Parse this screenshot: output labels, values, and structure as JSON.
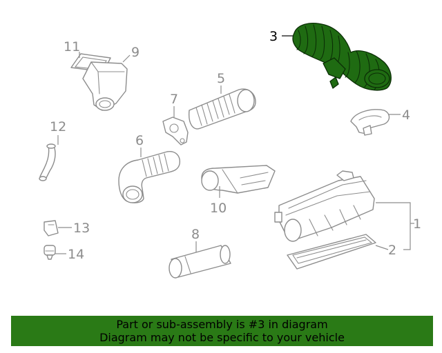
{
  "diagram": {
    "callouts": [
      {
        "id": "1",
        "label": "1",
        "highlighted": false
      },
      {
        "id": "2",
        "label": "2",
        "highlighted": false
      },
      {
        "id": "3",
        "label": "3",
        "highlighted": true
      },
      {
        "id": "4",
        "label": "4",
        "highlighted": false
      },
      {
        "id": "5",
        "label": "5",
        "highlighted": false
      },
      {
        "id": "6",
        "label": "6",
        "highlighted": false
      },
      {
        "id": "7",
        "label": "7",
        "highlighted": false
      },
      {
        "id": "8",
        "label": "8",
        "highlighted": false
      },
      {
        "id": "9",
        "label": "9",
        "highlighted": false
      },
      {
        "id": "10",
        "label": "10",
        "highlighted": false
      },
      {
        "id": "11",
        "label": "11",
        "highlighted": false
      },
      {
        "id": "12",
        "label": "12",
        "highlighted": false
      },
      {
        "id": "13",
        "label": "13",
        "highlighted": false
      },
      {
        "id": "14",
        "label": "14",
        "highlighted": false
      }
    ],
    "colors": {
      "highlight": "#1f6b12",
      "parts": "#8c8c8c",
      "banner": "#2a7a16"
    }
  },
  "banner": {
    "line1": "Part or sub-assembly is #3 in diagram",
    "line2": "Diagram may not be specific to your vehicle"
  }
}
